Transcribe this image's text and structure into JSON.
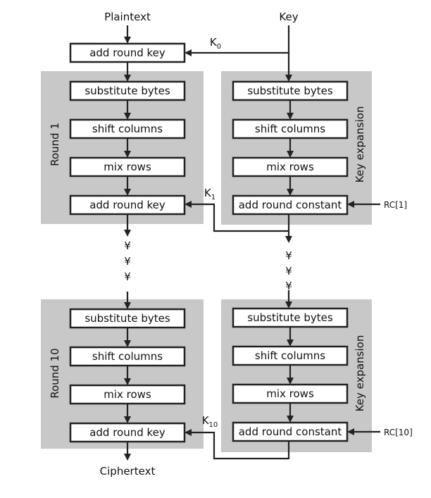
{
  "inputs": {
    "plaintext": "Plaintext",
    "key": "Key",
    "ciphertext": "Ciphertext"
  },
  "initial": {
    "add_round_key": "add round key",
    "k0": "K",
    "k0_sub": "0"
  },
  "round1": {
    "label": "Round 1",
    "steps": [
      "substitute bytes",
      "shift columns",
      "mix rows",
      "add round key"
    ],
    "key_label": "K",
    "key_sub": "1"
  },
  "keyexp1": {
    "label": "Key expansion",
    "steps": [
      "substitute bytes",
      "shift columns",
      "mix rows",
      "add round constant"
    ],
    "rc": "RC[1]"
  },
  "round10": {
    "label": "Round 10",
    "steps": [
      "substitute bytes",
      "shift columns",
      "mix rows",
      "add round key"
    ],
    "key_label": "K",
    "key_sub": "10"
  },
  "keyexp10": {
    "label": "Key expansion",
    "steps": [
      "substitute bytes",
      "shift columns",
      "mix rows",
      "add round constant"
    ],
    "rc": "RC[10]"
  },
  "ellipsis": "¥"
}
